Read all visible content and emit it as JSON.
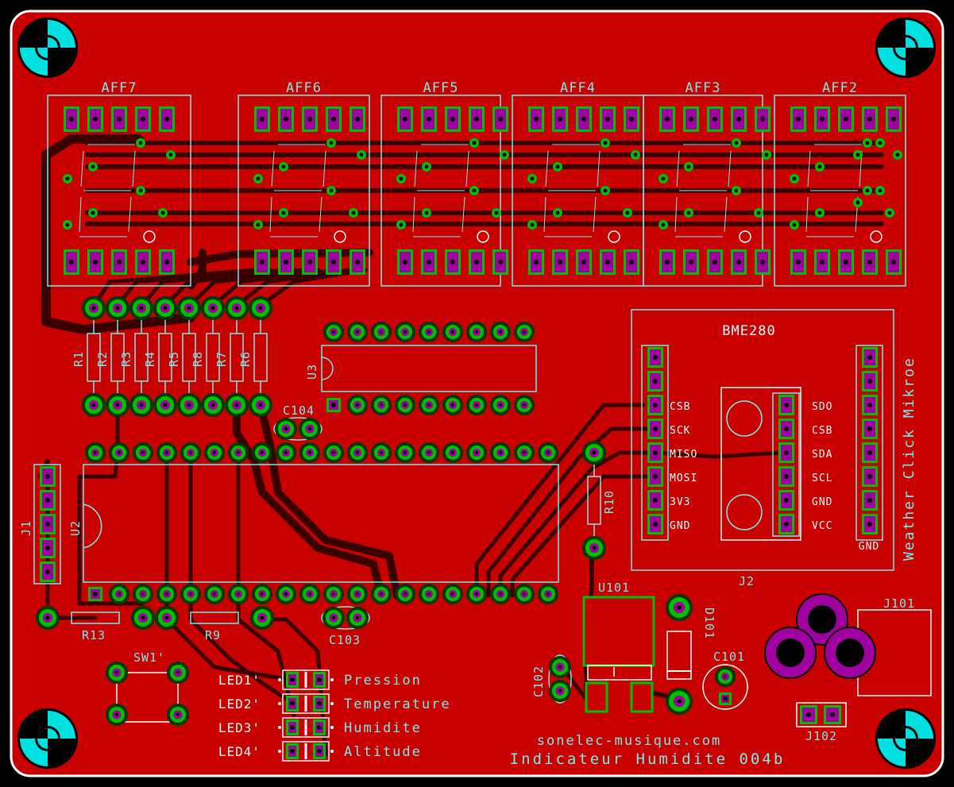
{
  "colors": {
    "board": "#c80000",
    "board_edge": "#ffffff",
    "copper_top": "#c80000",
    "copper_dark": "#3a0000",
    "pad": "#a000a0",
    "pad_ring": "#00c000",
    "silk": "#7fe8e8",
    "silk_white": "#ffffff",
    "mount": "#00e0e0"
  },
  "displays": [
    "AFF7",
    "AFF6",
    "AFF5",
    "AFF4",
    "AFF3",
    "AFF2"
  ],
  "resistors_top": [
    "R1",
    "R2",
    "R3",
    "R4",
    "R5",
    "R8",
    "R7",
    "R6"
  ],
  "labels": {
    "bme": "BME280",
    "weather": "Weather Click Mikroe",
    "u3": "U3",
    "u2": "U2",
    "j1": "J1",
    "j2": "J2",
    "c104": "C104",
    "c103": "C103",
    "c102": "C102",
    "c101": "C101",
    "r10": "R10",
    "r13": "R13",
    "r9": "R9",
    "u101": "U101",
    "d101": "D101",
    "j101": "J101",
    "j102": "J102",
    "sw1": "SW1'",
    "gnd_right": "GND"
  },
  "bme_left_pins": [
    "CSB",
    "SCK",
    "MISO",
    "MOSI",
    "3V3",
    "GND"
  ],
  "bme_right_pins": [
    "SDO",
    "CSB",
    "SDA",
    "SCL",
    "GND",
    "VCC"
  ],
  "leds": [
    {
      "ref": "LED1'",
      "text": "Pression"
    },
    {
      "ref": "LED2'",
      "text": "Temperature"
    },
    {
      "ref": "LED3'",
      "text": "Humidite"
    },
    {
      "ref": "LED4'",
      "text": "Altitude"
    }
  ],
  "footer": {
    "site": "sonelec-musique.com",
    "title": "Indicateur Humidite 004b"
  }
}
